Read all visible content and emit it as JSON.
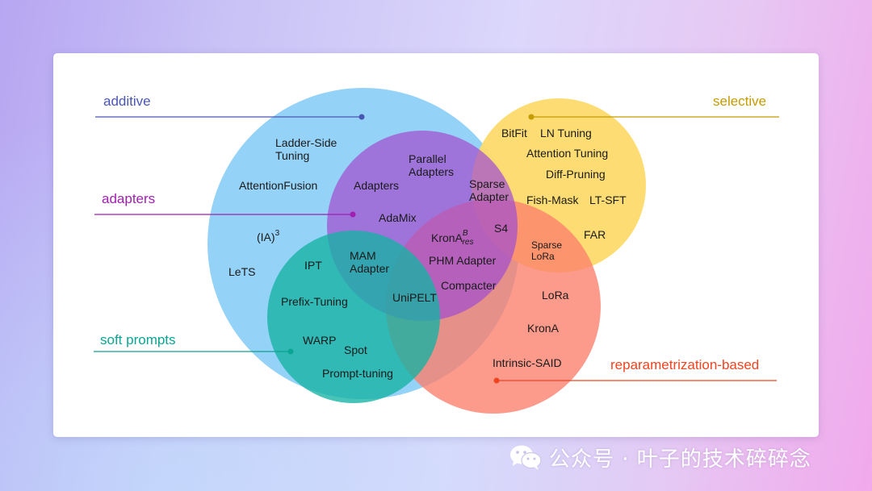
{
  "colors": {
    "additive": "#8fd0f7",
    "adapters": "#a24fd0",
    "soft_prompts": "#14b2a4",
    "selective": "#fddb6c",
    "reparametrization": "#fb7f6c",
    "label_additive": "#4a56b4",
    "label_adapters": "#a01fb0",
    "label_soft_prompts": "#0aa593",
    "label_selective": "#c49b00",
    "label_reparametrization": "#f0431f"
  },
  "categories": {
    "additive": "additive",
    "adapters": "adapters",
    "soft_prompts": "soft prompts",
    "selective": "selective",
    "reparametrization": "reparametrization-based"
  },
  "methods": {
    "ladder_side_1": "Ladder-Side",
    "ladder_side_2": "Tuning",
    "attention_fusion": "AttentionFusion",
    "ia3_base": "(IA)",
    "ia3_sup": "3",
    "lets": "LeTS",
    "ipt": "IPT",
    "prefix_tuning": "Prefix-Tuning",
    "warp": "WARP",
    "spot": "Spot",
    "prompt_tuning": "Prompt-tuning",
    "parallel_adapters_1": "Parallel",
    "parallel_adapters_2": "Adapters",
    "adapters": "Adapters",
    "adamix": "AdaMix",
    "mam_adapter_1": "MAM",
    "mam_adapter_2": "Adapter",
    "unipelt": "UniPELT",
    "krona_res_base": "KronA",
    "krona_res_sup": "B",
    "krona_res_sub": "res",
    "phm_adapter": "PHM Adapter",
    "compacter": "Compacter",
    "sparse_adapter_1": "Sparse",
    "sparse_adapter_2": "Adapter",
    "s4": "S4",
    "sparse_lora_1": "Sparse",
    "sparse_lora_2": "LoRa",
    "bitfit": "BitFit",
    "ln_tuning": "LN Tuning",
    "attention_tuning": "Attention Tuning",
    "diff_pruning": "Diff-Pruning",
    "fish_mask": "Fish-Mask",
    "lt_sft": "LT-SFT",
    "far": "FAR",
    "lora": "LoRa",
    "krona": "KronA",
    "intrinsic_said": "Intrinsic-SAID"
  },
  "watermark": {
    "icon": "wechat-icon",
    "text": "公众号 · 叶子的技术碎碎念"
  }
}
